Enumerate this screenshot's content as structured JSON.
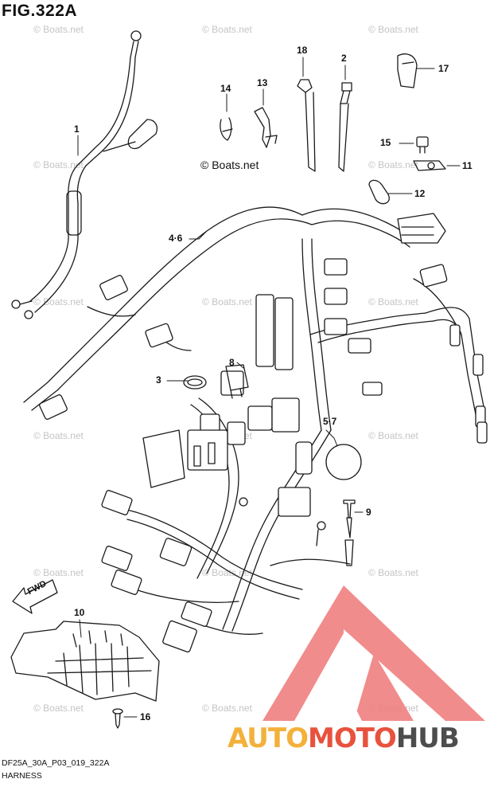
{
  "figure": {
    "title": "FIG.322A",
    "code": "DF25A_30A_P03_019_322A",
    "name": "HARNESS",
    "center_watermark": "© Boats.net",
    "fwd_label": "FWD"
  },
  "watermark_text": "© Boats.net",
  "callouts": [
    {
      "label": "1"
    },
    {
      "label": "2"
    },
    {
      "label": "3"
    },
    {
      "label": "4·6"
    },
    {
      "label": "5·7"
    },
    {
      "label": "8"
    },
    {
      "label": "9"
    },
    {
      "label": "10"
    },
    {
      "label": "11"
    },
    {
      "label": "12"
    },
    {
      "label": "13"
    },
    {
      "label": "14"
    },
    {
      "label": "15"
    },
    {
      "label": "16"
    },
    {
      "label": "17"
    },
    {
      "label": "18"
    }
  ],
  "logo": {
    "text_part1": "AUTO",
    "text_part2": "MOTO",
    "text_part3": "HUB",
    "colors": {
      "auto": "#f3b13b",
      "moto": "#e8523d",
      "hub": "#4d4d4d",
      "triangle": "#ef5350"
    }
  }
}
